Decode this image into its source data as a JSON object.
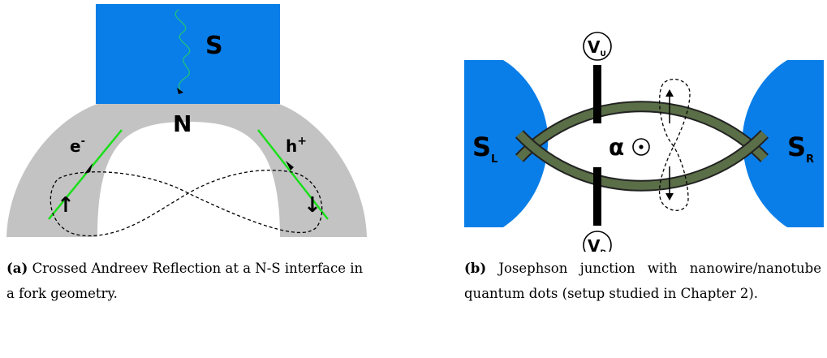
{
  "figure_a": {
    "labels": {
      "superconductor": "S",
      "normal": "N",
      "electron": "e",
      "electron_sup": "-",
      "hole": "h",
      "hole_sup": "+",
      "spin_up": "↑",
      "spin_down": "↓"
    },
    "caption": {
      "label": "(a)",
      "text": "Crossed Andreev Reflection at a N-S interface in a fork geometry."
    }
  },
  "figure_b": {
    "labels": {
      "left_lead": "S",
      "left_lead_sub": "L",
      "right_lead": "S",
      "right_lead_sub": "R",
      "gate_up": "V",
      "gate_up_sub": "U",
      "gate_down": "V",
      "gate_down_sub": "D",
      "angle": "α",
      "field_symbol": "⊙"
    },
    "caption": {
      "label": "(b)",
      "text": "Josephson junction with nanowire/nanotube quantum dots (setup studied in Chapter 2)."
    }
  },
  "colors": {
    "superconductor_blue": "#0a7ee8",
    "normal_gray": "#c3c3c3",
    "trajectory_green": "#1adf1a",
    "nanowire_green": "#5a6e47",
    "photon_green": "#20c080"
  }
}
